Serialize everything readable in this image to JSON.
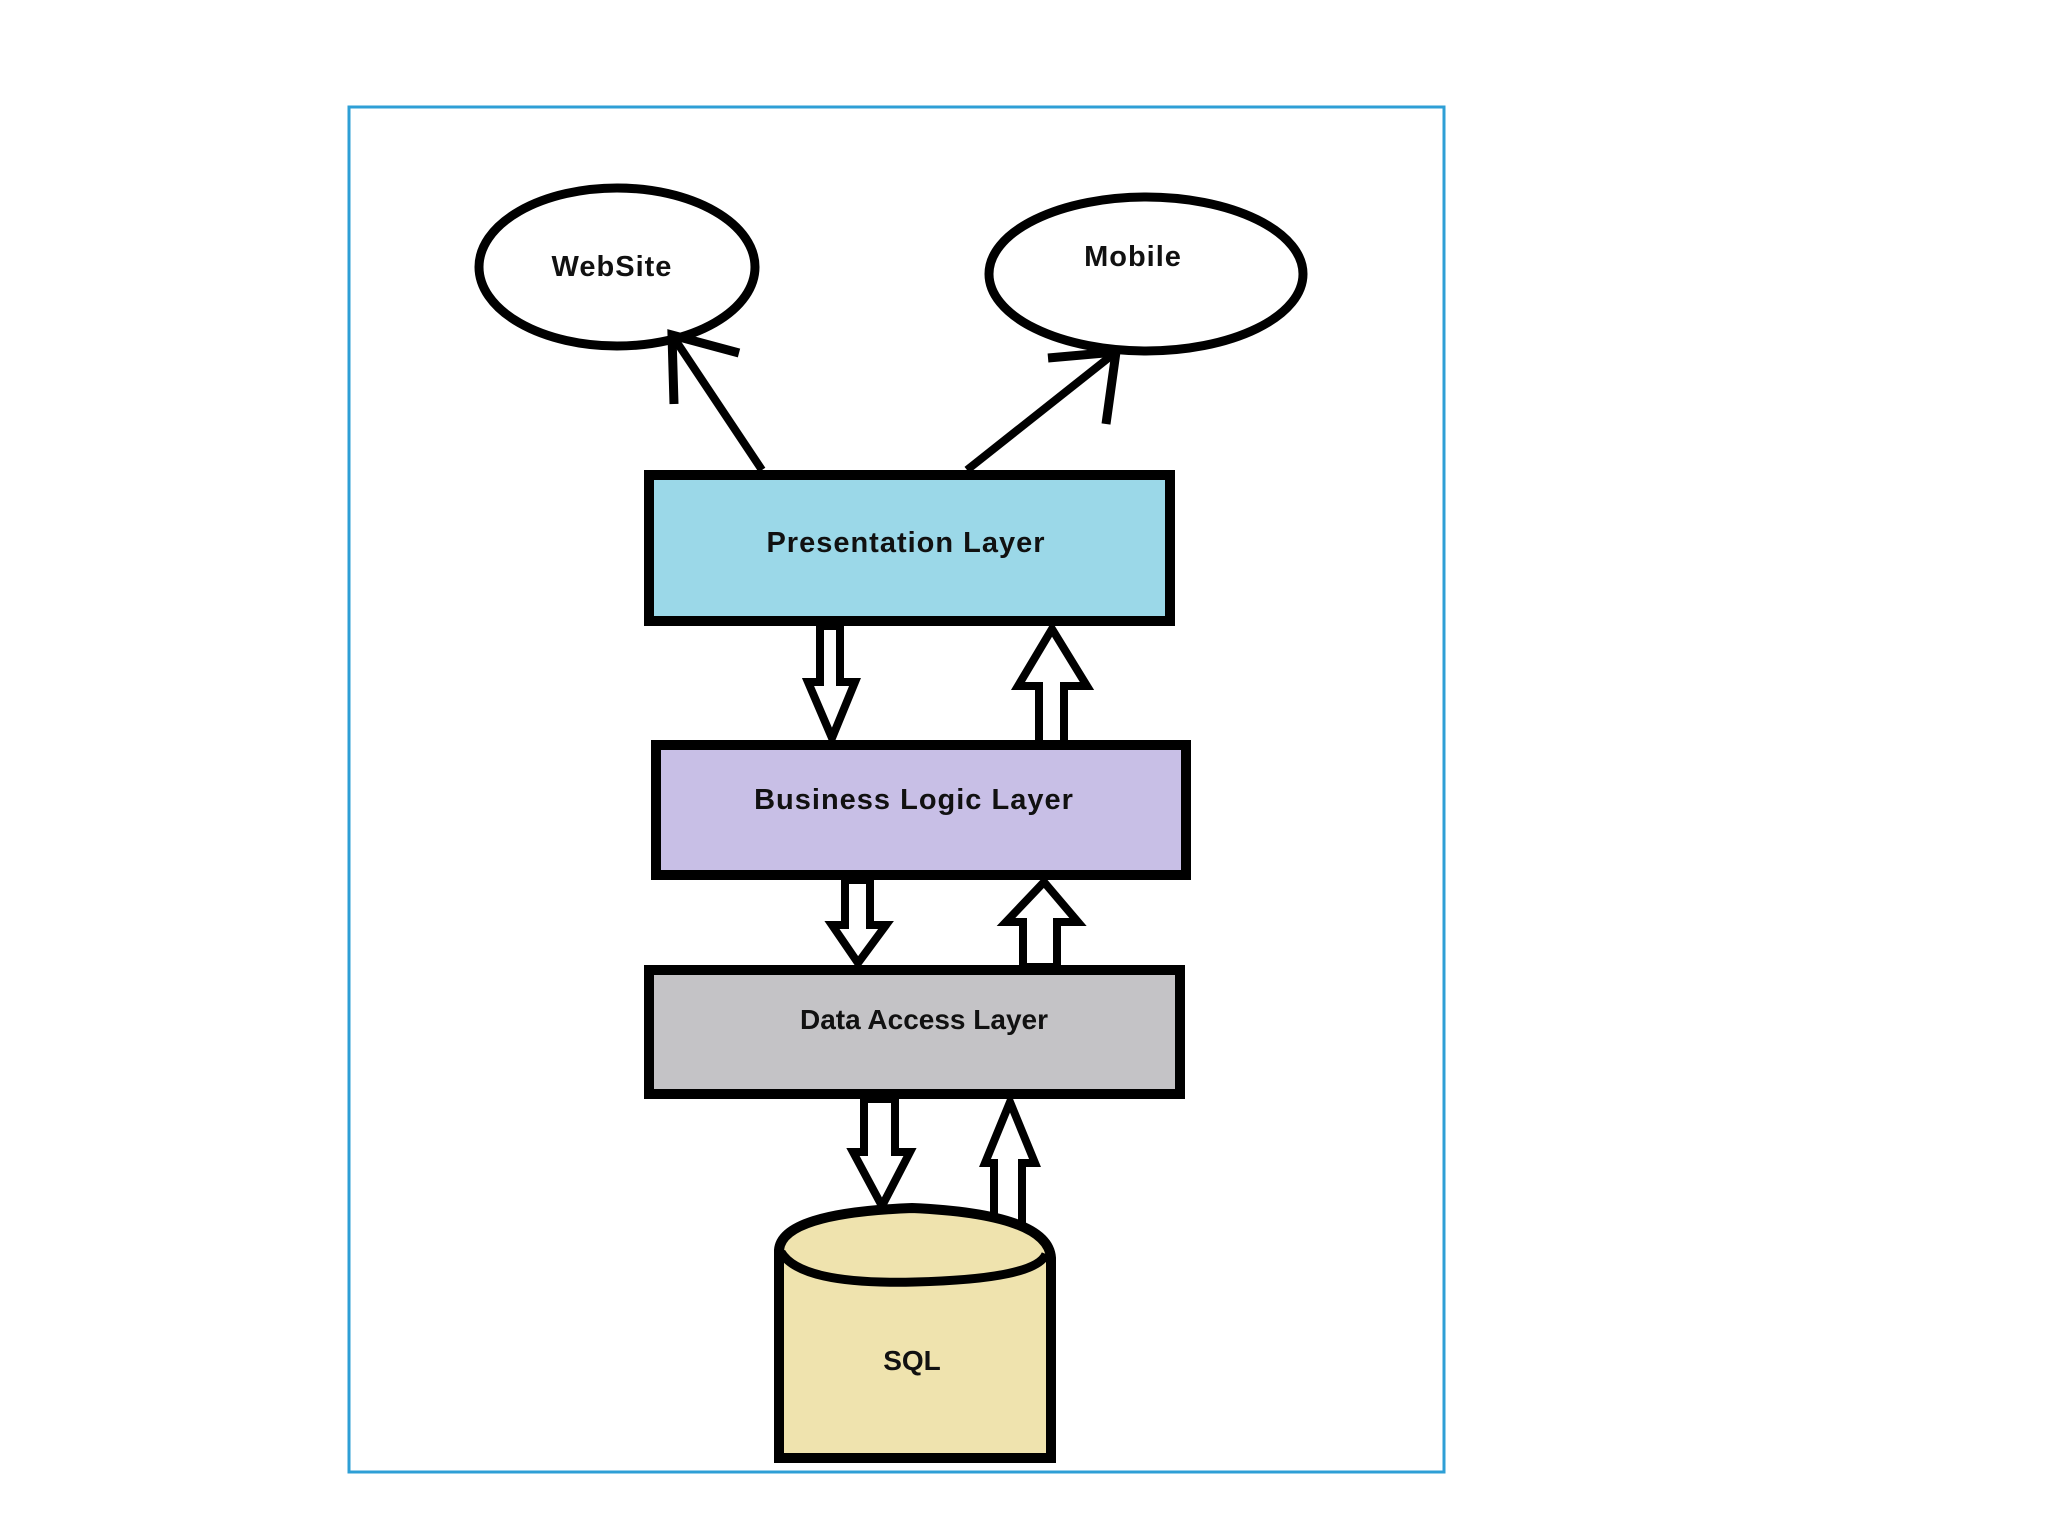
{
  "diagram": {
    "nodes": {
      "website": {
        "label": "WebSite"
      },
      "mobile": {
        "label": "Mobile"
      },
      "presentation": {
        "label": "Presentation Layer",
        "color": "#9BD8E8"
      },
      "business": {
        "label": "Business Logic Layer",
        "color": "#C8BFE6"
      },
      "data_access": {
        "label": "Data Access Layer",
        "color": "#C4C3C6"
      },
      "sql": {
        "label": "SQL",
        "color": "#EFE3AE"
      }
    },
    "edges": [
      {
        "from": "Presentation Layer",
        "to": "WebSite"
      },
      {
        "from": "Presentation Layer",
        "to": "Mobile"
      },
      {
        "from": "Presentation Layer",
        "to": "Business Logic Layer"
      },
      {
        "from": "Business Logic Layer",
        "to": "Presentation Layer"
      },
      {
        "from": "Business Logic Layer",
        "to": "Data Access Layer"
      },
      {
        "from": "Data Access Layer",
        "to": "Business Logic Layer"
      },
      {
        "from": "Data Access Layer",
        "to": "SQL"
      },
      {
        "from": "SQL",
        "to": "Data Access Layer"
      }
    ],
    "frame_color": "#2E9FD6"
  }
}
